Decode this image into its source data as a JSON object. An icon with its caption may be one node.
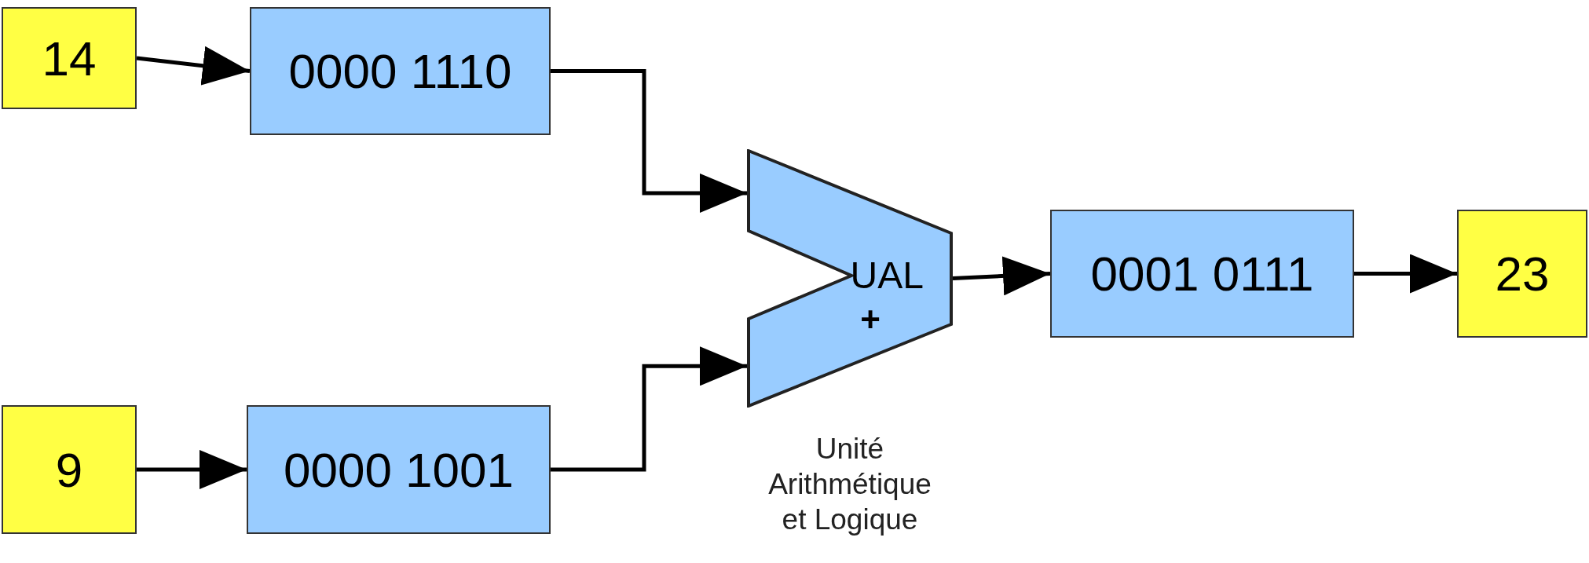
{
  "diagram": {
    "nodes": [
      {
        "text": [
          "14"
        ]
      },
      {
        "text": [
          "0000 1110"
        ]
      },
      {
        "text": [
          "9"
        ]
      },
      {
        "text": [
          "0000 1001"
        ]
      },
      {
        "text": [
          "UAL",
          "+"
        ],
        "beside": [
          "Unité Arithmétique et Logique"
        ]
      },
      {
        "text": [
          "0001 0111"
        ]
      },
      {
        "text": [
          "23"
        ]
      }
    ],
    "edges": [
      {
        "from": 0,
        "to": 1,
        "arrow": "to"
      },
      {
        "from": 1,
        "to": 4,
        "arrow": "to"
      },
      {
        "from": 2,
        "to": 3,
        "arrow": "to"
      },
      {
        "from": 3,
        "to": 4,
        "arrow": "to"
      },
      {
        "from": 4,
        "to": 5,
        "arrow": "to"
      },
      {
        "from": 5,
        "to": 6,
        "arrow": "to"
      }
    ]
  }
}
